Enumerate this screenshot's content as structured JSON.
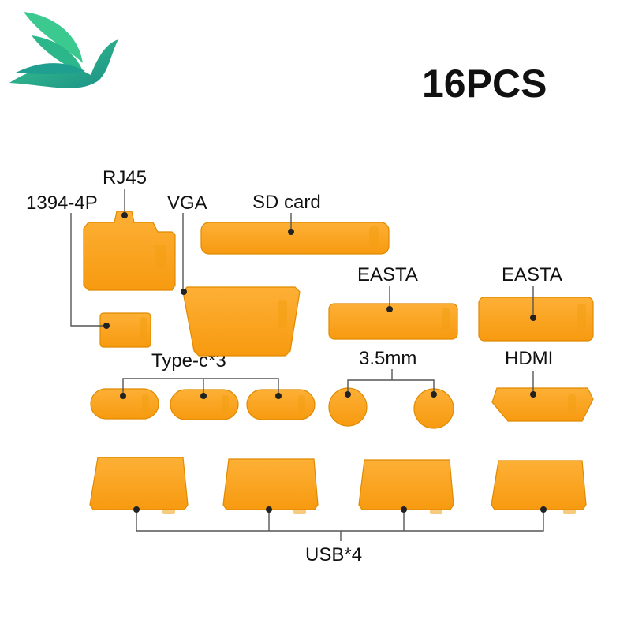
{
  "title": "16PCS",
  "colors": {
    "plug": "#fba21d",
    "plug_dark": "#e08a00",
    "logo_green": "#2bb78a",
    "logo_teal": "#1e9f8f",
    "leader_line": "#555555"
  },
  "logo": {
    "icon": "bird-logo-icon"
  },
  "labels": {
    "rj45": "RJ45",
    "p1394": "1394-4P",
    "vga": "VGA",
    "sd": "SD card",
    "easta1": "EASTA",
    "easta2": "EASTA",
    "typec": "Type-c*3",
    "audio": "3.5mm",
    "hdmi": "HDMI",
    "usb": "USB*4"
  }
}
